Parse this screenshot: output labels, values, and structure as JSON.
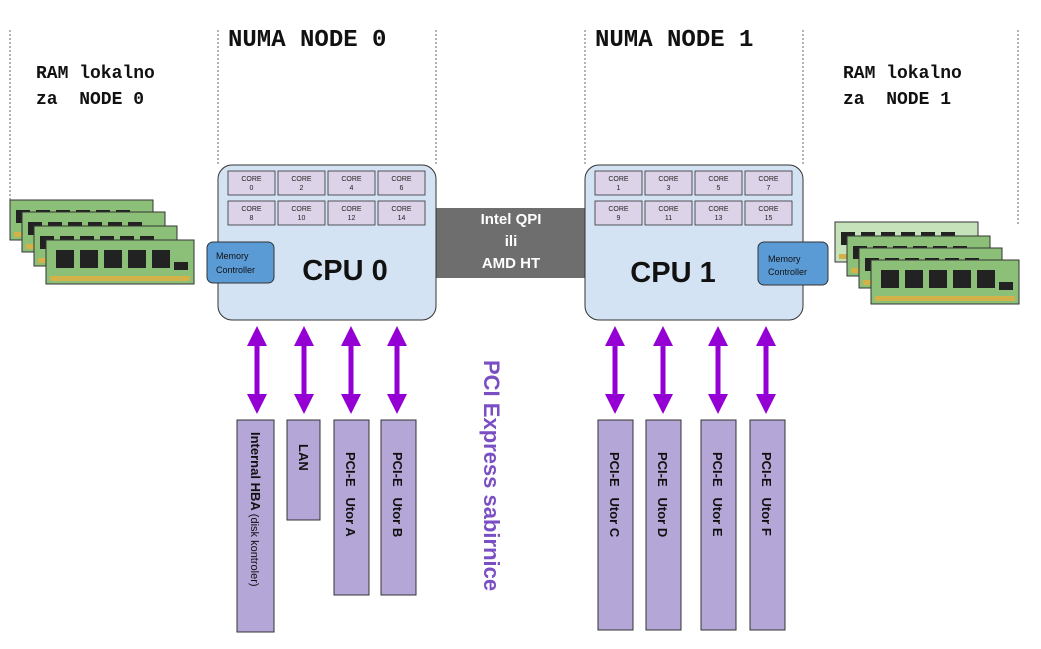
{
  "nodes": [
    {
      "title": "NUMA NODE 0",
      "ram_line1": "RAM lokalno",
      "ram_line2": "za  NODE 0",
      "cpu": "CPU 0",
      "cores": [
        "0",
        "2",
        "4",
        "6",
        "8",
        "10",
        "12",
        "14"
      ],
      "mc_line1": "Memory",
      "mc_line2": "Controller"
    },
    {
      "title": "NUMA NODE 1",
      "ram_line1": "RAM lokalno",
      "ram_line2": "za  NODE 1",
      "cpu": "CPU 1",
      "cores": [
        "1",
        "3",
        "5",
        "7",
        "9",
        "11",
        "13",
        "15"
      ],
      "mc_line1": "Memory",
      "mc_line2": "Controller"
    }
  ],
  "core_label": "CORE",
  "interconnect": {
    "line1": "Intel QPI",
    "line2": "ili",
    "line3": "AMD HT"
  },
  "pcie_bus_label": "PCI Express sabirnice",
  "slots_node0": [
    {
      "label": "Internal HBA",
      "sub": " (disk kontroler)"
    },
    {
      "label": "LAN",
      "sub": ""
    },
    {
      "label": "PCI-E   Utor A",
      "sub": ""
    },
    {
      "label": "PCI-E   Utor B",
      "sub": ""
    }
  ],
  "slots_node1": [
    {
      "label": "PCI-E   Utor C",
      "sub": ""
    },
    {
      "label": "PCI-E   Utor D",
      "sub": ""
    },
    {
      "label": "PCI-E   Utor E",
      "sub": ""
    },
    {
      "label": "PCI-E   Utor F",
      "sub": ""
    }
  ],
  "colors": {
    "cpu_fill": "#d3e3f3",
    "core_fill": "#ddd3e8",
    "mc_fill": "#5b9bd5",
    "bus_fill": "#6e6e6e",
    "arrow": "#9400d3",
    "slot_fill": "#b4a6d6",
    "pcie_text": "#7b4fc4",
    "dimm_fill": "#8cc079"
  }
}
